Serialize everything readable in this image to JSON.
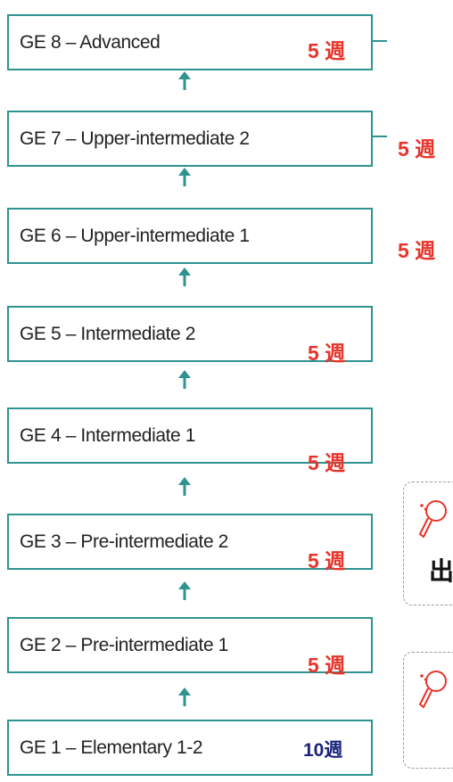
{
  "levels": [
    {
      "name": "GE 8 – Advanced",
      "weeks": "5 週",
      "week_color": "#e8332a"
    },
    {
      "name": "GE 7 – Upper-intermediate 2",
      "weeks": "5 週",
      "week_color": "#e8332a"
    },
    {
      "name": "GE 6 – Upper-intermediate 1",
      "weeks": "5 週",
      "week_color": "#e8332a"
    },
    {
      "name": "GE 5 – Intermediate 2",
      "weeks": "5 週",
      "week_color": "#e8332a"
    },
    {
      "name": "GE 4 – Intermediate 1",
      "weeks": "5 週",
      "week_color": "#e8332a"
    },
    {
      "name": "GE 3 – Pre-intermediate 2",
      "weeks": "5 週",
      "week_color": "#e8332a"
    },
    {
      "name": "GE 2 – Pre-intermediate 1",
      "weeks": "5 週",
      "week_color": "#e8332a"
    },
    {
      "name": "GE 1 – Elementary 1-2",
      "weeks": "10週",
      "week_color": "#1a237e"
    }
  ],
  "side_cards": [
    {
      "icon": "magnifier-icon",
      "text": "出"
    },
    {
      "icon": "magnifier-icon",
      "text": ""
    }
  ],
  "colors": {
    "border": "#2e9391",
    "arrow": "#2e9391"
  }
}
